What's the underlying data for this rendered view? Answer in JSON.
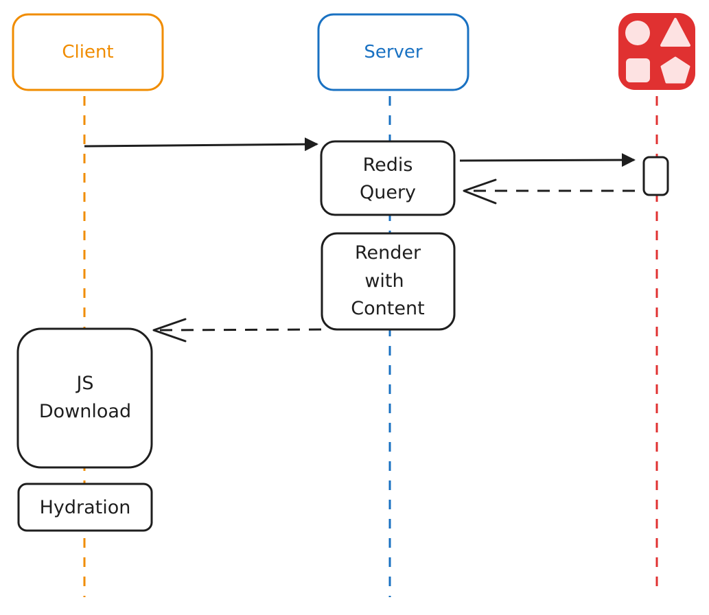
{
  "participants": {
    "client": {
      "label": "Client",
      "color": "#f08c00"
    },
    "server": {
      "label": "Server",
      "color": "#1971c2"
    },
    "redis": {
      "label": "",
      "icon": "redis-logo-icon",
      "color": "#e03131"
    }
  },
  "boxes": {
    "redis_query": {
      "lines": [
        "Redis",
        "Query"
      ]
    },
    "render": {
      "lines": [
        "Render",
        "with",
        "Content"
      ]
    },
    "js_download": {
      "lines": [
        "JS",
        "Download"
      ]
    },
    "hydration": {
      "lines": [
        "Hydration"
      ]
    }
  },
  "messages": [
    {
      "from": "client",
      "to": "server",
      "style": "solid"
    },
    {
      "from": "server",
      "to": "redis",
      "style": "solid"
    },
    {
      "from": "redis",
      "to": "server",
      "style": "dashed"
    },
    {
      "from": "server",
      "to": "client",
      "style": "dashed"
    }
  ],
  "colors": {
    "ink": "#1e1e1e",
    "background": "#ffffff"
  }
}
